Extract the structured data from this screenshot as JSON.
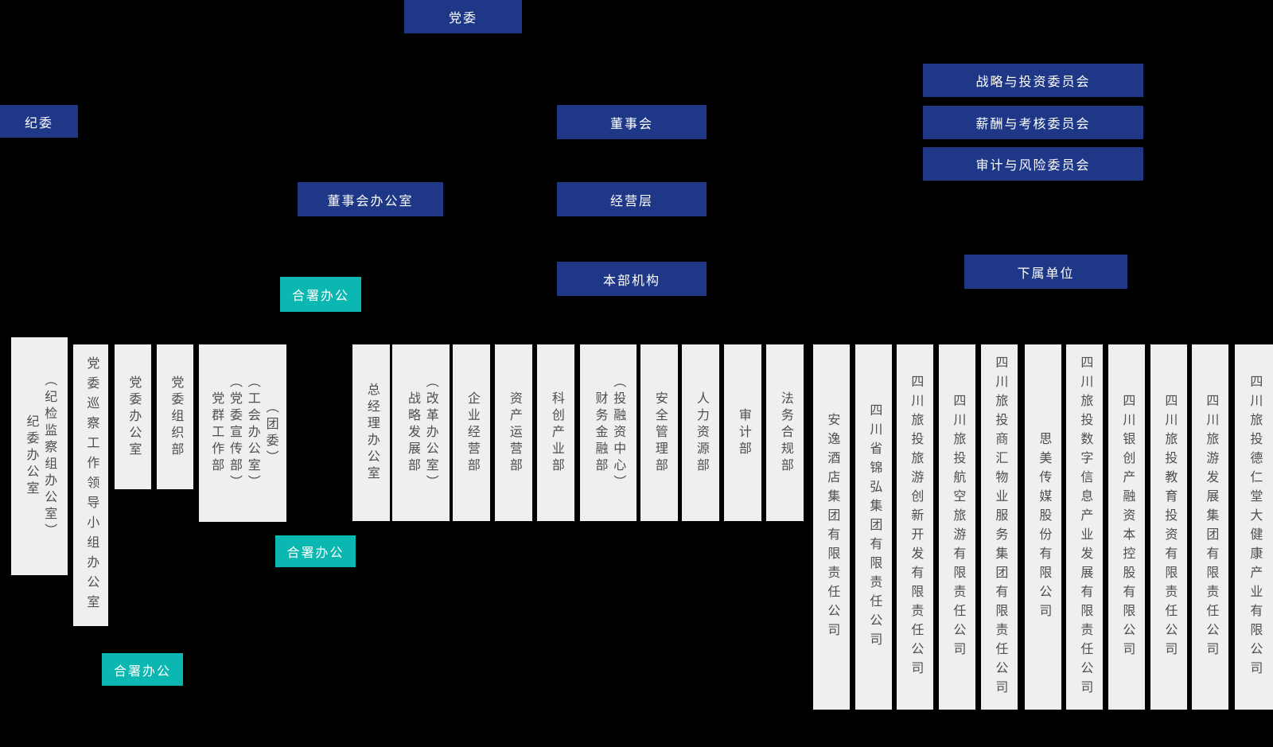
{
  "colors": {
    "background": "#000000",
    "primary_blue": "#1e3787",
    "teal_accent": "#0bb8b1",
    "box_gray": "#efefef",
    "box_text_gray": "#4f4f4f"
  },
  "org": {
    "party_committee": "党委",
    "discipline_committee": "纪委",
    "board": "董事会",
    "board_office": "董事会办公室",
    "management_level": "经营层",
    "headquarters_label": "本部机构",
    "subordinate_units_label": "下属单位",
    "joint_office_label": "合署办公",
    "board_committees": [
      "战略与投资委员会",
      "薪酬与考核委员会",
      "审计与风险委员会"
    ]
  },
  "party_departments": [
    {
      "columns": [
        "纪委办公室",
        "（纪检监察组办公室）"
      ]
    },
    {
      "columns": [
        "党委巡察工作领导小组办公室"
      ]
    },
    {
      "columns": [
        "党委办公室"
      ]
    },
    {
      "columns": [
        "党委组织部"
      ]
    },
    {
      "columns": [
        "党群工作部",
        "（党委宣传部）",
        "（工会办公室）",
        "（团委）"
      ]
    }
  ],
  "hq_departments": [
    {
      "columns": [
        "总经理办公室"
      ]
    },
    {
      "columns": [
        "战略发展部",
        "（改革办公室）"
      ]
    },
    {
      "columns": [
        "企业经营部"
      ]
    },
    {
      "columns": [
        "资产运营部"
      ]
    },
    {
      "columns": [
        "科创产业部"
      ]
    },
    {
      "columns": [
        "财务金融部",
        "（投融资中心）"
      ]
    },
    {
      "columns": [
        "安全管理部"
      ]
    },
    {
      "columns": [
        "人力资源部"
      ]
    },
    {
      "columns": [
        "审计部"
      ]
    },
    {
      "columns": [
        "法务合规部"
      ]
    }
  ],
  "subsidiaries": [
    "安逸酒店集团有限责任公司",
    "四川省锦弘集团有限责任公司",
    "四川旅投旅游创新开发有限责任公司",
    "四川旅投航空旅游有限责任公司",
    "四川旅投商汇物业服务集团有限责任公司",
    "思美传媒股份有限公司",
    "四川旅投数字信息产业发展有限责任公司",
    "四川银创产融资本控股有限公司",
    "四川旅投教育投资有限责任公司",
    "四川旅游发展集团有限责任公司",
    "四川旅投德仁堂大健康产业有限公司"
  ]
}
